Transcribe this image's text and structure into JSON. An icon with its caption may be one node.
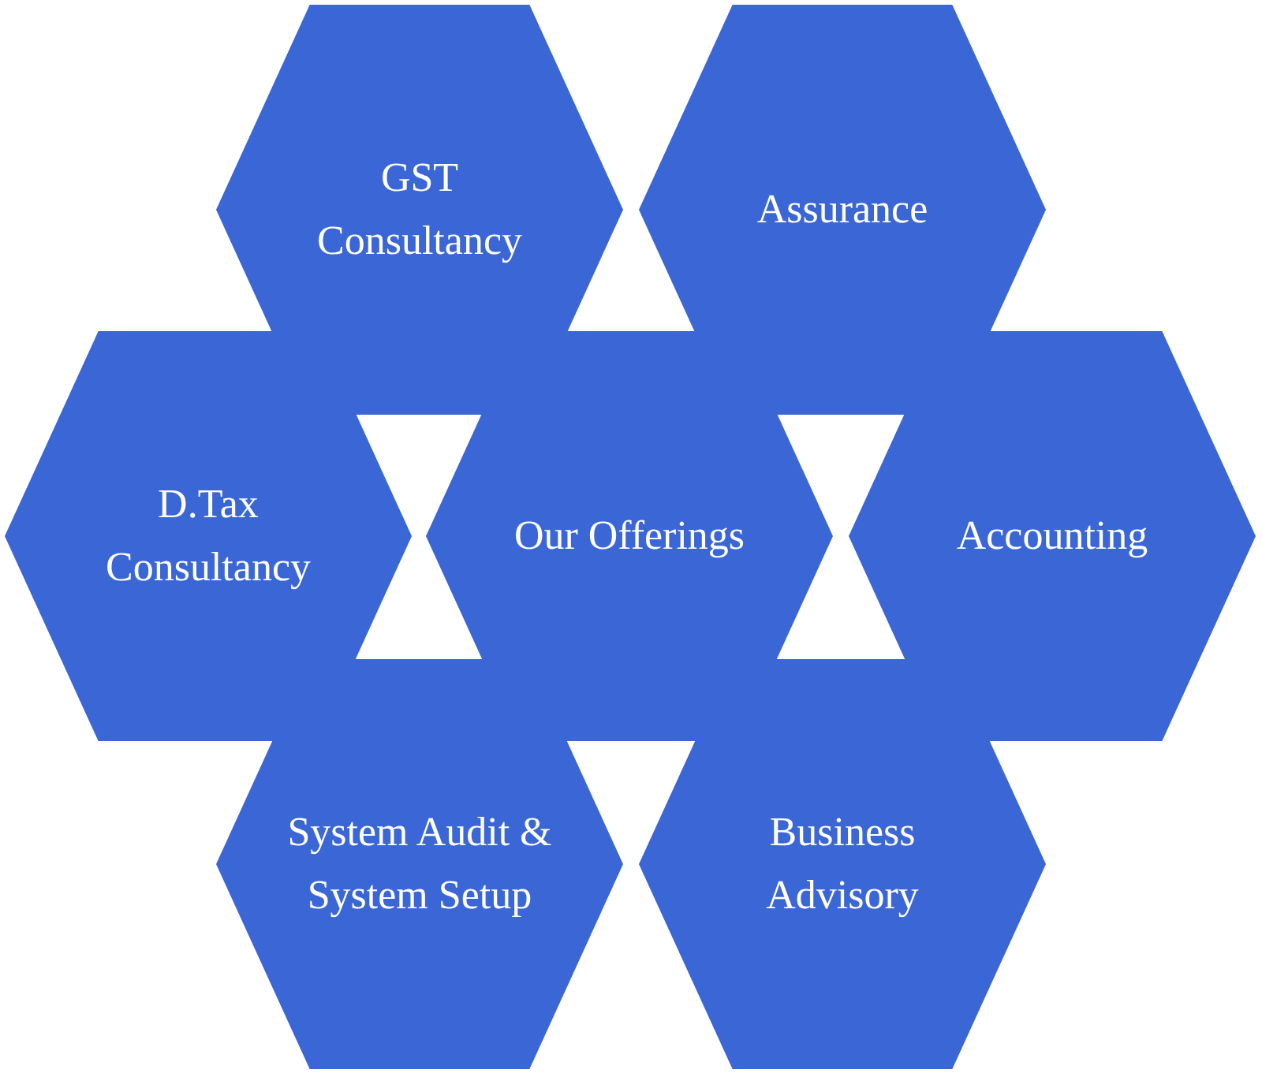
{
  "diagram": {
    "nodes": [
      {
        "text": [
          "GST Consultancy"
        ]
      },
      {
        "text": [
          "Assurance"
        ]
      },
      {
        "text": [
          "D.Tax Consultancy"
        ]
      },
      {
        "text": [
          "Our Offerings"
        ]
      },
      {
        "text": [
          "Accounting"
        ]
      },
      {
        "text": [
          "System Audit & System Setup"
        ]
      },
      {
        "text": [
          "Business Advisory"
        ]
      }
    ]
  }
}
